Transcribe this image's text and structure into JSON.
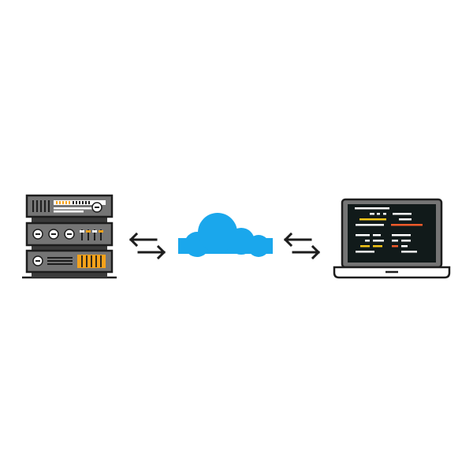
{
  "diagram": {
    "nodes": [
      {
        "id": "server",
        "icon": "server-rack-icon"
      },
      {
        "id": "cloud",
        "icon": "cloud-icon"
      },
      {
        "id": "laptop",
        "icon": "laptop-code-icon"
      }
    ],
    "links": [
      {
        "from": "server",
        "to": "cloud",
        "direction": "bidirectional",
        "icon": "exchange-arrows-icon"
      },
      {
        "from": "cloud",
        "to": "laptop",
        "direction": "bidirectional",
        "icon": "exchange-arrows-icon"
      }
    ]
  },
  "colors": {
    "outline": "#1d1d1d",
    "rack_panel": "#757575",
    "rack_dark": "#3b3b3b",
    "accent_orange": "#f5a21b",
    "cloud": "#1aa7ec",
    "screen": "#111a1a",
    "code_white": "#ffffff",
    "code_yellow": "#f5c518",
    "code_red": "#ef5a2a"
  }
}
